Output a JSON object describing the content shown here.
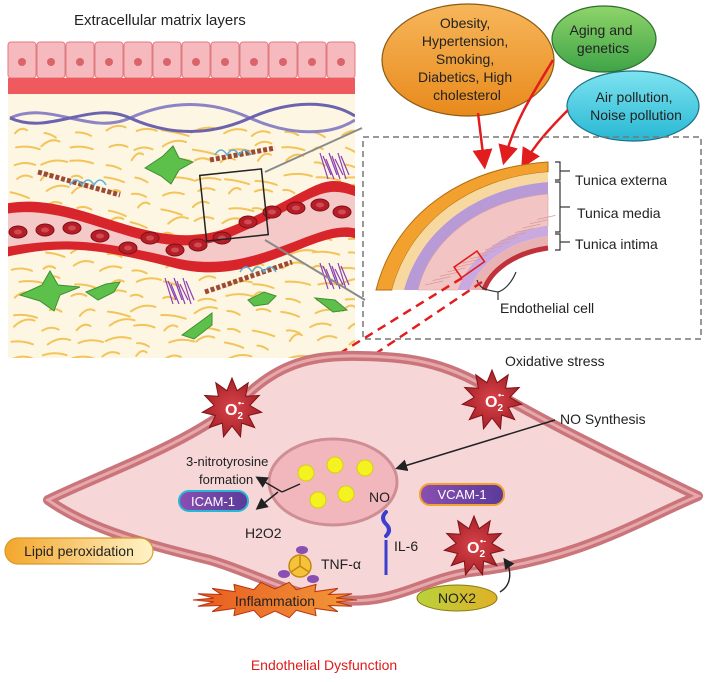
{
  "matrix": {
    "title": "Extracellular matrix layers"
  },
  "risk_factors": {
    "lifestyle": [
      "Obesity,",
      "Hypertension,",
      "Smoking,",
      "Diabetics, High",
      "cholesterol"
    ],
    "aging": [
      "Aging and",
      "genetics"
    ],
    "pollution": [
      "Air pollution,",
      "Noise pollution"
    ]
  },
  "vessel_layers": {
    "externa": "Tunica externa",
    "media": "Tunica media",
    "intima": "Tunica intima",
    "endothelial": "Endothelial cell"
  },
  "cell": {
    "oxidative_stress": "Oxidative stress",
    "no_synthesis": "NO Synthesis",
    "nitrotyrosine": [
      "3-nitrotyrosine",
      "formation"
    ],
    "icam": "ICAM-1",
    "vcam": "VCAM-1",
    "no": "NO",
    "h2o2": "H2O2",
    "lipid": "Lipid peroxidation",
    "tnf": "TNF-α",
    "il6": "IL-6",
    "inflammation": "Inflammation",
    "nox2": "NOX2",
    "superoxide": {
      "o": "O",
      "sub": "2",
      "sup": "•-"
    }
  },
  "footer": {
    "title": "Endothelial Dysfunction"
  },
  "colors": {
    "vessel_red": "#d8252b",
    "cell_pink": "#f6d6d6",
    "cell_border": "#c9757a",
    "star_red": "#b8282e",
    "footer_red": "#e01b1b"
  }
}
